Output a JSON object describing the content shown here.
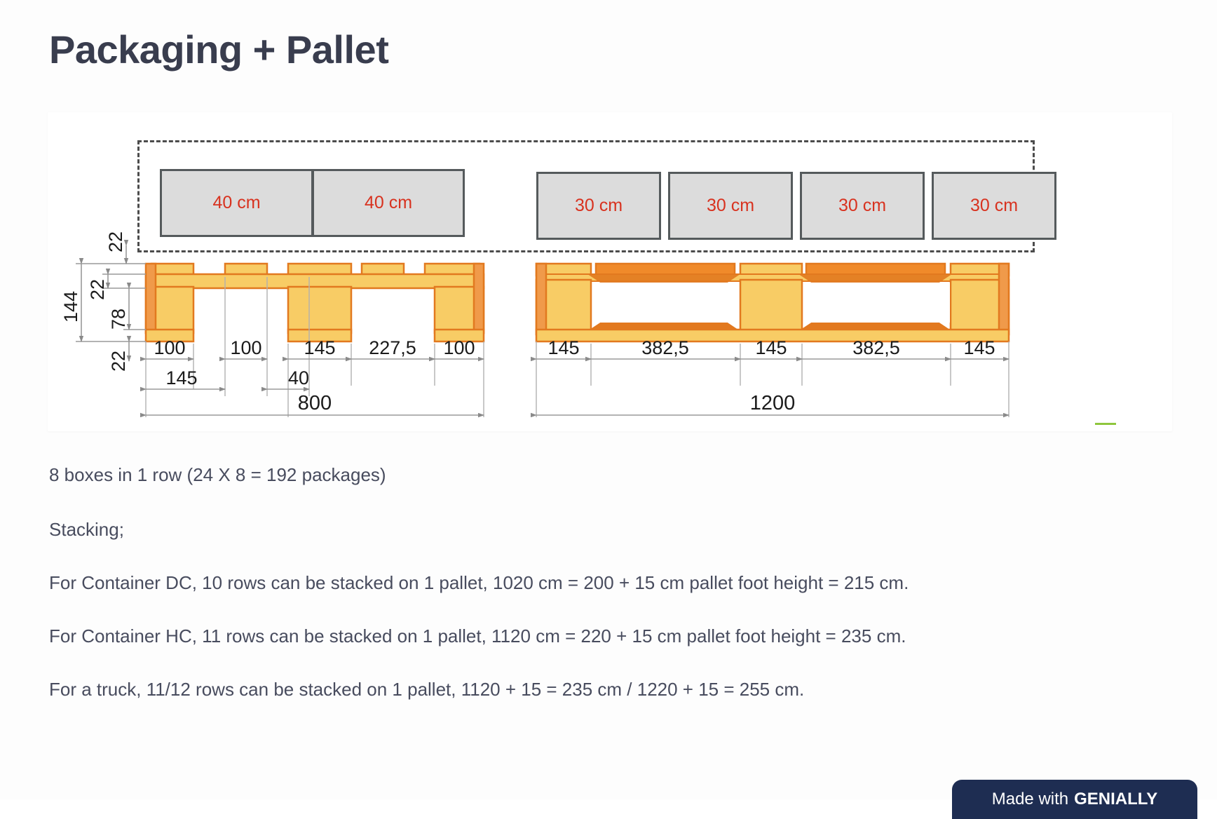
{
  "page": {
    "title": "Packaging + Pallet",
    "title_color": "#393d4e",
    "background": "#fdfdfd"
  },
  "diagram": {
    "name": "packaging-and-pallet-technical-drawing",
    "dashed_frame_label": "pallet footprint outline",
    "package_boxes": [
      {
        "label": "40 cm",
        "group": "left"
      },
      {
        "label": "40 cm",
        "group": "left"
      },
      {
        "label": "30 cm",
        "group": "right"
      },
      {
        "label": "30 cm",
        "group": "right"
      },
      {
        "label": "30 cm",
        "group": "right"
      },
      {
        "label": "30 cm",
        "group": "right"
      }
    ],
    "box_fill": "#dcdcdc",
    "box_stroke": "#555a5c",
    "box_text_color": "#d8321f",
    "pallet_color_light": "#f8cc65",
    "pallet_color_mid": "#f0a93b",
    "pallet_color_dark": "#e2791f",
    "left_pallet": {
      "name": "pallet-side-view-800",
      "vertical_dimensions": [
        "22",
        "144",
        "22",
        "78",
        "22"
      ],
      "horizontal_dimensions_row1": [
        "100",
        "100",
        "145",
        "227,5",
        "100"
      ],
      "horizontal_dimensions_row2": [
        "145",
        "40"
      ],
      "total_width": "800"
    },
    "right_pallet": {
      "name": "pallet-side-view-1200",
      "horizontal_dimensions_row1": [
        "145",
        "382,5",
        "145",
        "382,5",
        "145"
      ],
      "total_width": "1200"
    }
  },
  "body": {
    "paragraphs": [
      "8 boxes in 1 row (24 X 8 = 192 packages)",
      "Stacking;",
      "For Container DC, 10 rows can be stacked on 1 pallet, 1020 cm = 200 + 15 cm pallet foot height = 215 cm.",
      "For Container HC, 11 rows can be stacked on 1 pallet, 1120 cm = 220 + 15 cm pallet foot height = 235 cm.",
      "For a truck, 11/12 rows can be stacked on 1 pallet, 1120 + 15 = 235 cm / 1220 + 15 = 255 cm."
    ]
  },
  "badge": {
    "prefix": "Made with",
    "brand": "GENIALLY",
    "background": "#1e2d52"
  }
}
